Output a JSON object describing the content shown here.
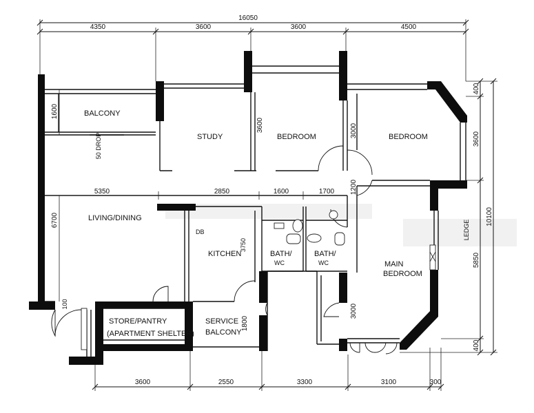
{
  "plan": {
    "top_dims": {
      "overall": "16050",
      "segments": [
        "4350",
        "3600",
        "3600",
        "4500"
      ]
    },
    "bottom_dims": [
      "3600",
      "2550",
      "3300",
      "3100",
      "300"
    ],
    "inner_dims": {
      "row": [
        "5350",
        "2850",
        "1600",
        "1700"
      ],
      "balcony_depth": "1600",
      "living_depth": "6700",
      "study_depth": "3600",
      "bedroom_depth": "3000",
      "corridor": "1200",
      "bath_depth": "3000",
      "service_depth": "1800",
      "kitchen_side": "3750",
      "store_door": "100"
    },
    "right_dims": [
      "400",
      "3600",
      "5850",
      "400"
    ],
    "right_total": "10100",
    "rooms": {
      "balcony": "BALCONY",
      "balcony_drop": "50 DROP",
      "study": "STUDY",
      "bedroom_1": "BEDROOM",
      "bedroom_2": "BEDROOM",
      "living_dining": "LIVING/DINING",
      "kitchen": "KITCHEN",
      "kitchen_tag": "DB",
      "bath_1": "BATH/",
      "bath_1_tag": "WC",
      "bath_2": "BATH/",
      "bath_2_tag": "WC",
      "main_bedroom_1": "MAIN",
      "main_bedroom_2": "BEDROOM",
      "store_1": "STORE/PANTRY",
      "store_2": "(APARTMENT SHELTER)",
      "service_1": "SERVICE",
      "service_2": "BALCONY",
      "ledge_tag": "LEDGE"
    }
  }
}
